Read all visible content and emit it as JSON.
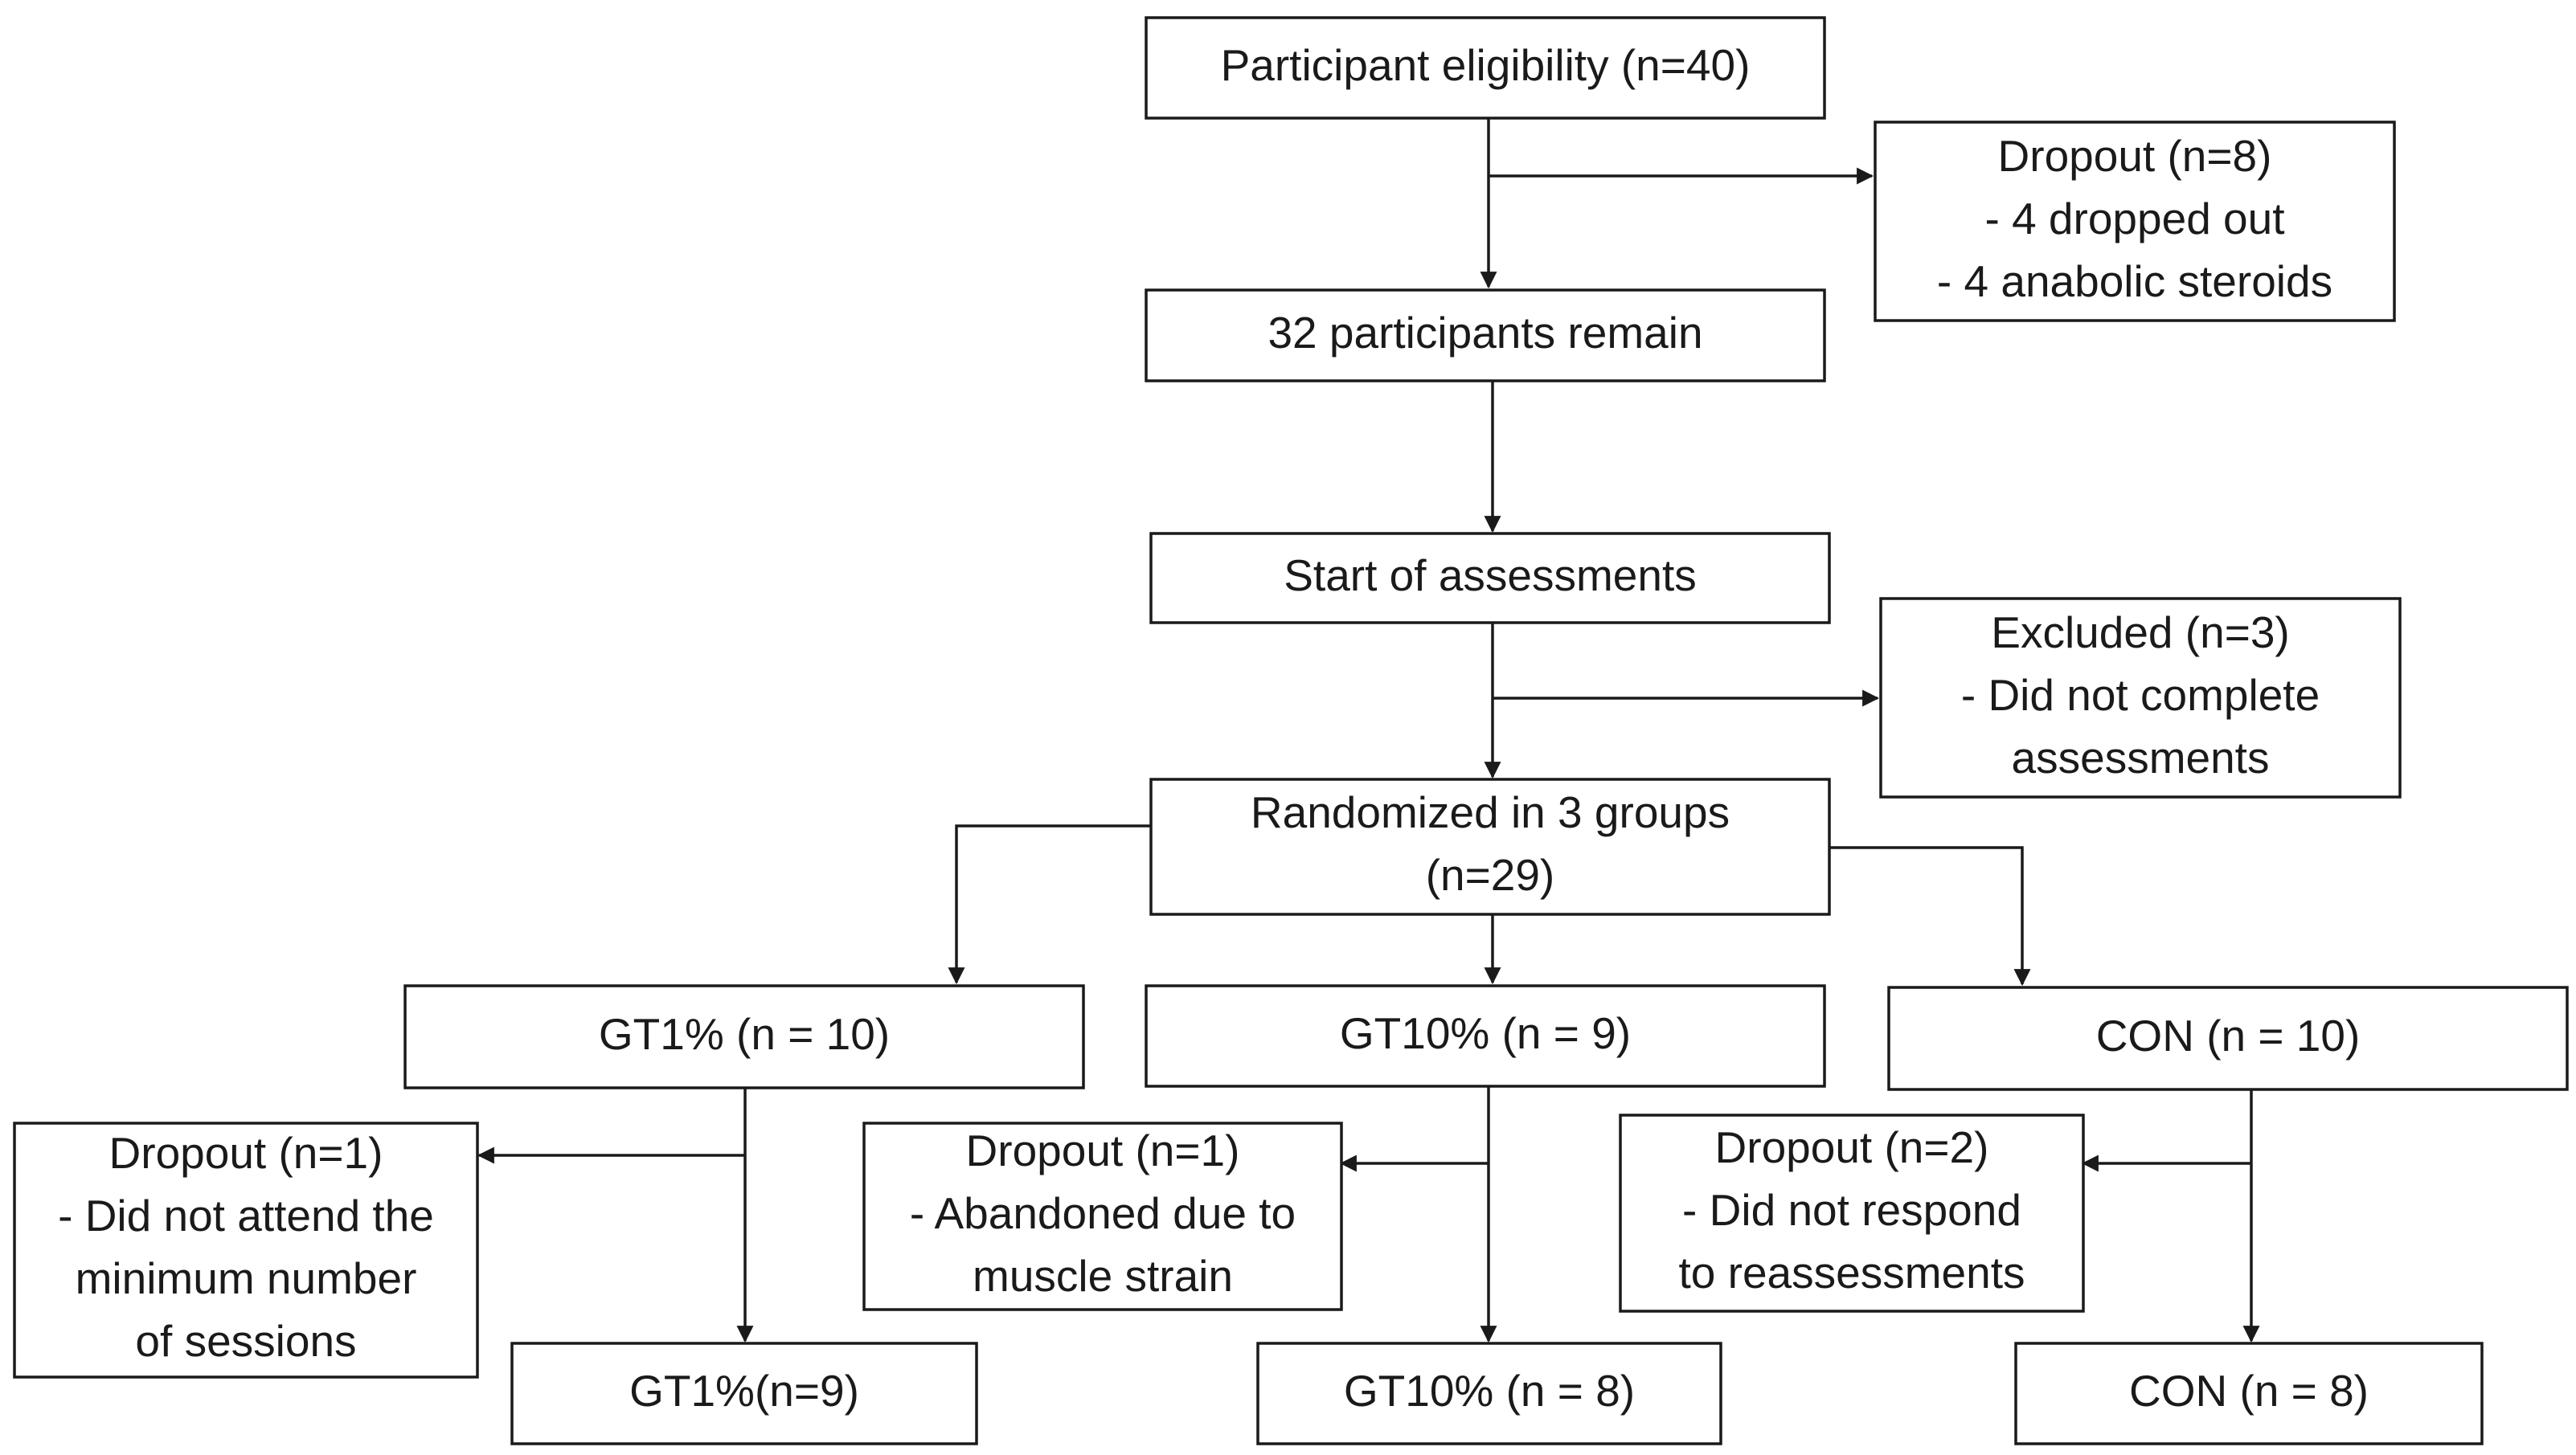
{
  "colors": {
    "stroke": "#1a1a1a",
    "box_fill": "#ffffff",
    "background": "#ffffff",
    "text": "#1a1a1a"
  },
  "nodes": {
    "eligibility": [
      "Participant eligibility (n=40)"
    ],
    "dropout_initial": [
      "Dropout (n=8)",
      "- 4 dropped out",
      "- 4 anabolic steroids"
    ],
    "remain": [
      "32 participants remain"
    ],
    "start_assessments": [
      "Start of assessments"
    ],
    "excluded": [
      "Excluded (n=3)",
      "- Did not complete",
      "assessments"
    ],
    "randomized": [
      "Randomized in 3 groups",
      "(n=29)"
    ],
    "gt1_start": [
      "GT1% (n = 10)"
    ],
    "gt10_start": [
      "GT10% (n = 9)"
    ],
    "con_start": [
      "CON (n = 10)"
    ],
    "gt1_dropout": [
      "Dropout (n=1)",
      "- Did not attend the",
      "minimum number",
      "of sessions"
    ],
    "gt10_dropout": [
      "Dropout (n=1)",
      "- Abandoned due to",
      "muscle strain"
    ],
    "con_dropout": [
      "Dropout (n=2)",
      "- Did not respond",
      "to reassessments"
    ],
    "gt1_end": [
      "GT1%(n=9)"
    ],
    "gt10_end": [
      "GT10% (n = 8)"
    ],
    "con_end": [
      "CON (n = 8)"
    ]
  }
}
